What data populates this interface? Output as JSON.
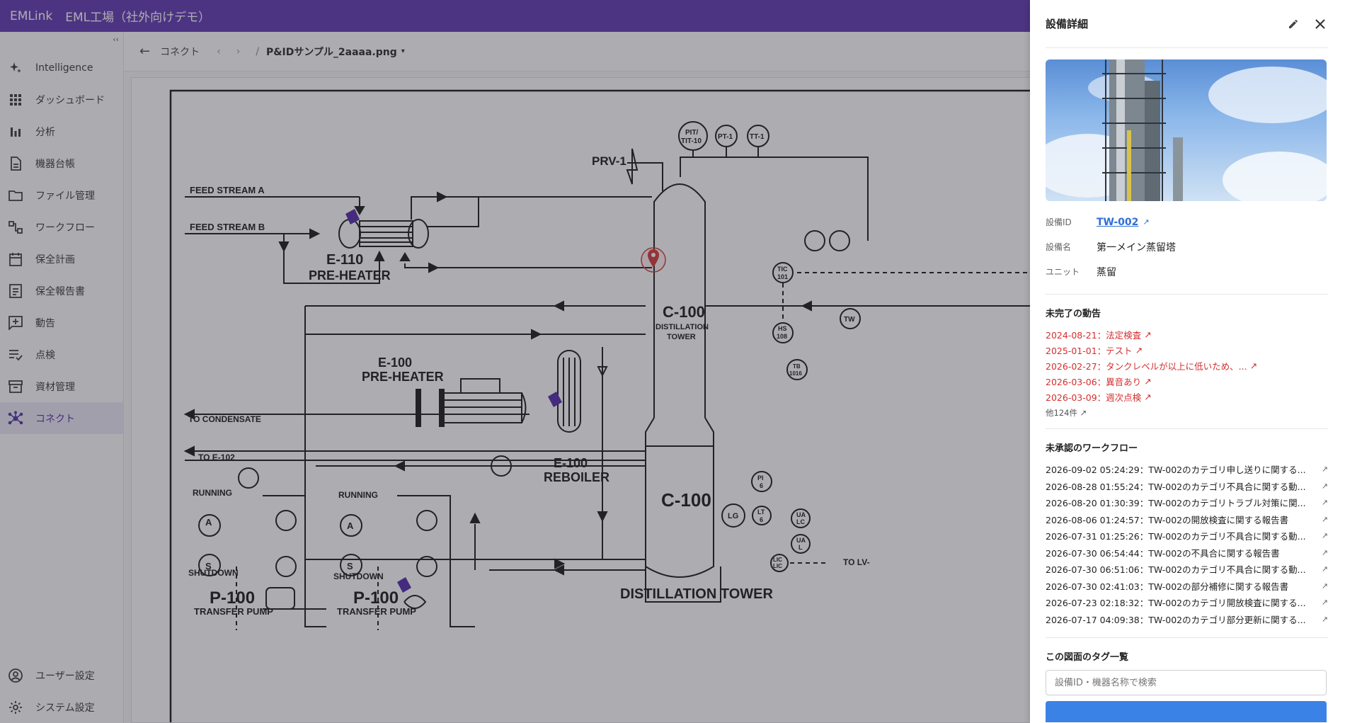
{
  "topbar": {
    "brand": "EMLink",
    "workspace": "EML工場（社外向けデモ）"
  },
  "sidebar": {
    "items": [
      {
        "label": "Intelligence",
        "icon": "sparkle-icon"
      },
      {
        "label": "ダッシュボード",
        "icon": "grid-icon"
      },
      {
        "label": "分析",
        "icon": "bar-chart-icon"
      },
      {
        "label": "機器台帳",
        "icon": "document-icon"
      },
      {
        "label": "ファイル管理",
        "icon": "folder-icon"
      },
      {
        "label": "ワークフロー",
        "icon": "workflow-icon"
      },
      {
        "label": "保全計画",
        "icon": "calendar-icon"
      },
      {
        "label": "保全報告書",
        "icon": "report-icon"
      },
      {
        "label": "動告",
        "icon": "add-comment-icon"
      },
      {
        "label": "点検",
        "icon": "checklist-icon"
      },
      {
        "label": "資材管理",
        "icon": "archive-icon"
      },
      {
        "label": "コネクト",
        "icon": "connect-icon"
      }
    ],
    "bottom": [
      {
        "label": "ユーザー設定",
        "icon": "user-icon"
      },
      {
        "label": "システム設定",
        "icon": "settings-icon"
      }
    ]
  },
  "breadcrumb": {
    "parent": "コネクト",
    "separator": "/",
    "file": "P&IDサンプル_2aaaa.png"
  },
  "diagram": {
    "labels": {
      "feed_a": "FEED STREAM A",
      "feed_b": "FEED STREAM B",
      "e110_1": "E-110",
      "e110_2": "PRE-HEATER",
      "e100_1": "E-100",
      "e100_2": "PRE-HEATER",
      "reb_1": "E-100",
      "reb_2": "REBOILER",
      "c100_1": "C-100",
      "c100_2": "DISTILLATION",
      "c100_3": "TOWER",
      "c100_low": "C-100",
      "tower_caption": "DISTILLATION TOWER",
      "prv": "PRV-1",
      "to_condensate": "TO CONDENSATE",
      "to_e102": "TO E-102",
      "to_lv": "TO LV-",
      "running1": "RUNNING",
      "running2": "RUNNING",
      "shutdown1": "SHUTDOWN",
      "shutdown2": "SHUTDOWN",
      "p100a": "P-100",
      "p100b": "P-100",
      "tp1": "TRANSFER PUMP",
      "tp2": "TRANSFER PUMP",
      "pit1": "PIT/",
      "pit2": "TIT-10",
      "pt": "PT-1",
      "tt": "TT-1",
      "tic1": "TIC",
      "tic2": "101",
      "hs1": "HS",
      "hs2": "108",
      "tb1": "TB",
      "tb2": "1016",
      "tw": "TW",
      "pi1": "PI",
      "pi2": "6",
      "lg": "LG",
      "lt1": "LT",
      "lt2": "6",
      "ualc1": "UA",
      "ualc2": "LC",
      "ual1": "UA",
      "ual2": "L",
      "lic1": "LIC",
      "lic2": "LIC",
      "a": "A",
      "s": "S"
    }
  },
  "panel": {
    "title": "設備詳細",
    "fields": [
      {
        "key": "設備ID",
        "value": "TW-002"
      },
      {
        "key": "設備名",
        "value": "第一メイン蒸留塔"
      },
      {
        "key": "ユニット",
        "value": "蒸留"
      }
    ],
    "alerts_title": "未完了の動告",
    "alerts": [
      "2024-08-21：法定検査",
      "2025-01-01：テスト",
      "2026-02-27：タンクレベルが以上に低いため、...",
      "2026-03-06：異音あり",
      "2026-03-09：週次点検"
    ],
    "alerts_more": "他124件",
    "workflow_title": "未承認のワークフロー",
    "workflows": [
      "2026-09-02 05:24:29：TW-002のカテゴリ申し送りに関する...",
      "2026-08-28 01:55:24：TW-002のカテゴリ不具合に関する動...",
      "2026-08-20 01:30:39：TW-002のカテゴリトラブル対策に関...",
      "2026-08-06 01:24:57：TW-002の開放検査に関する報告書",
      "2026-07-31 01:25:26：TW-002のカテゴリ不具合に関する動...",
      "2026-07-30 06:54:44：TW-002の不具合に関する報告書",
      "2026-07-30 06:51:06：TW-002のカテゴリ不具合に関する動...",
      "2026-07-30 02:41:03：TW-002の部分補修に関する報告書",
      "2026-07-23 02:18:32：TW-002のカテゴリ開放検査に関する...",
      "2026-07-17 04:09:38：TW-002のカテゴリ部分更新に関する..."
    ],
    "tags_title": "この図面のタグ一覧",
    "search_placeholder": "設備ID・機器名称で検索"
  }
}
